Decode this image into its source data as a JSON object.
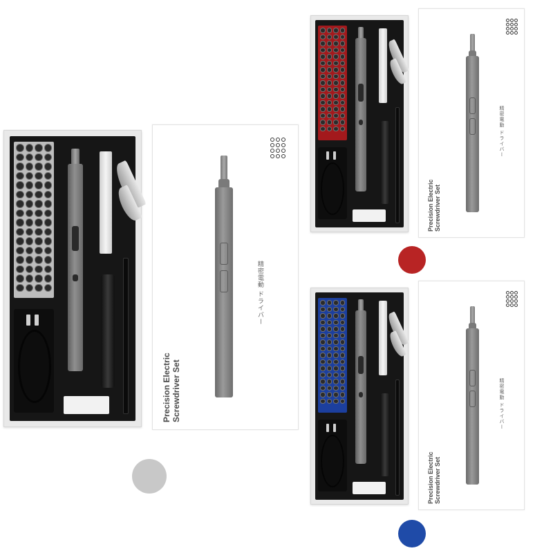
{
  "product": {
    "title_line1": "Precision Electric",
    "title_line2": "Screwdriver Set",
    "jp_line1": "精密電動",
    "jp_line2": "ドライバー"
  },
  "variants": [
    {
      "color_name": "silver",
      "swatch_color": "#c8c8c8",
      "bit_holder_color": "#bdbdbd"
    },
    {
      "color_name": "red",
      "swatch_color": "#b82424",
      "bit_holder_color": "#a3191c"
    },
    {
      "color_name": "blue",
      "swatch_color": "#1f4ba8",
      "bit_holder_color": "#1c3f9e"
    }
  ]
}
